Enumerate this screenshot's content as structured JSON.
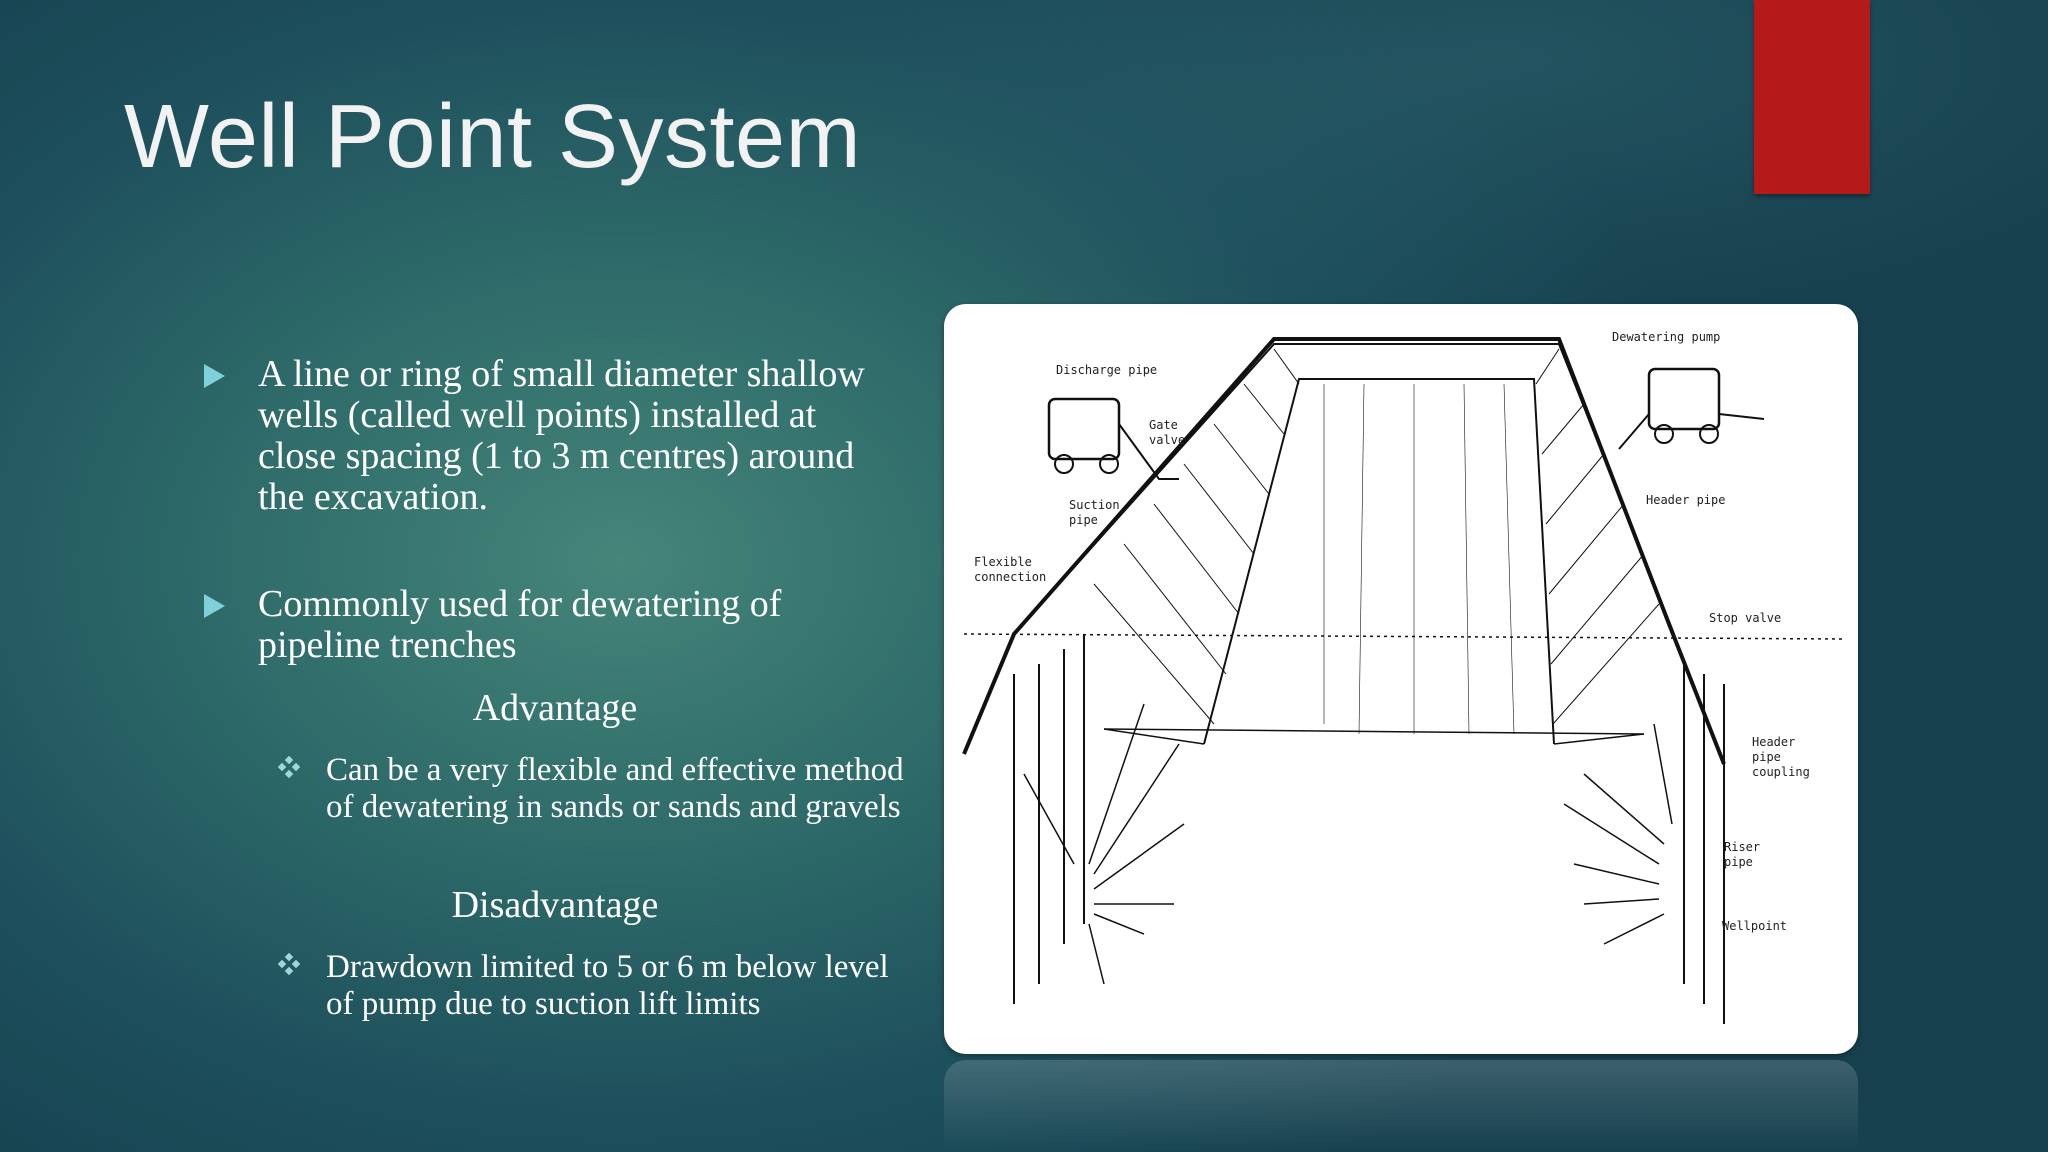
{
  "slide": {
    "title": "Well Point System",
    "bullets": [
      "A line or ring of small diameter shallow wells (called well points) installed at close spacing (1 to 3 m centres) around the excavation.",
      "Commonly used for dewatering of pipeline trenches"
    ],
    "advantage": {
      "heading": "Advantage",
      "items": [
        "Can be a very flexible and effective method of dewatering in sands or sands and gravels"
      ]
    },
    "disadvantage": {
      "heading": "Disadvantage",
      "items": [
        "Drawdown limited to 5 or 6 m below level of pump due to suction lift limits"
      ]
    }
  },
  "figure": {
    "labels": {
      "discharge_pipe": "Discharge pipe",
      "gate_valve_1": "Gate",
      "gate_valve_2": "valve",
      "suction_pipe_1": "Suction",
      "suction_pipe_2": "pipe",
      "flexible_connection_1": "Flexible",
      "flexible_connection_2": "connection",
      "dewatering_pump": "Dewatering pump",
      "header_pipe": "Header pipe",
      "stop_valve": "Stop valve",
      "header_pipe_coupling_1": "Header",
      "header_pipe_coupling_2": "pipe",
      "header_pipe_coupling_3": "coupling",
      "riser_pipe_1": "Riser",
      "riser_pipe_2": "pipe",
      "wellpoint": "Wellpoint"
    }
  },
  "colors": {
    "accent_red": "#b41a1a",
    "bullet_arrow": "#7fd0d9",
    "text": "#ffffff"
  }
}
